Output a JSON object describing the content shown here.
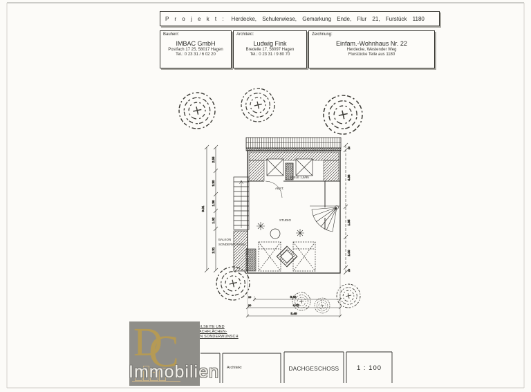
{
  "header": {
    "label": "P r o j e k t :",
    "text": "Herdecke,  Schulerwiese,  Gemarkung Ende,  Flur 21,  Furstück 1180"
  },
  "parties": {
    "client": {
      "label": "Bauherr:",
      "name": "IMBAC GmbH",
      "address": "Postfach 17 25, 58017 Hagen",
      "phone": "Tel.: 0 23 31 / 6 02 20"
    },
    "architect": {
      "label": "Architekt:",
      "name": "Ludwig Fink",
      "address": "Bredelle 17, 58097 Hagen",
      "phone": "Tel.: 0 23 31 / 9 80 70"
    },
    "drawing": {
      "label": "Zeichnung:",
      "name": "Einfam.-Wohnhaus Nr. 22",
      "address": "Herdecke, Westender Weg",
      "phone": "Flurstücke Teile aus 1180"
    }
  },
  "plan": {
    "rooms": {
      "hall": "DIELE 1,5/85",
      "storage": "ABST.",
      "studio": "STUDIO"
    },
    "balcony": {
      "line1": "BALKON",
      "line2": "SONDERWUNSCH"
    },
    "dims": {
      "left_total": "9.01",
      "left_segments": [
        "2.55",
        "3.30",
        "1.36",
        "1.02",
        "2.31"
      ],
      "right_segments": [
        "20",
        "4.36",
        "1.85",
        "1.00",
        "20"
      ],
      "bottom_rows": [
        "3.32",
        "4.02",
        "5.49"
      ],
      "bottom_small": [
        "10",
        "30"
      ]
    }
  },
  "note": {
    "lines": [
      "BALKON - GIEBELSEITE UND",
      "AUSBILDUNG DACHFLÄCHEN-",
      "FENSTER IST EIN SONDERWUNSCH"
    ]
  },
  "logo": {
    "letter_d": "D",
    "letter_c": "C",
    "word": "Immobilien"
  },
  "titleblock": {
    "field_label": "Architekt",
    "drawing_title": "DACHGESCHOSS",
    "scale": "1 : 100"
  },
  "colors": {
    "paper": "#fcfbf8",
    "ink": "#2e2d2a",
    "logo_gray": "#8f8e89",
    "logo_gold": "#b59a55"
  }
}
